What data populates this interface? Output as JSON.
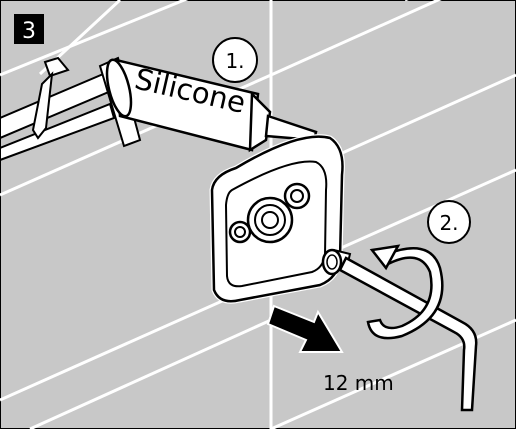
{
  "step": {
    "number": "3"
  },
  "callouts": {
    "step_one": "1.",
    "step_two": "2."
  },
  "labels": {
    "tube": "Silicone",
    "distance": "12 mm"
  },
  "colors": {
    "tile": "#c8c8c8",
    "grout": "#ffffff",
    "badge": "#000000",
    "badge_text": "#ffffff",
    "line": "#000000",
    "part": "#ffffff"
  }
}
